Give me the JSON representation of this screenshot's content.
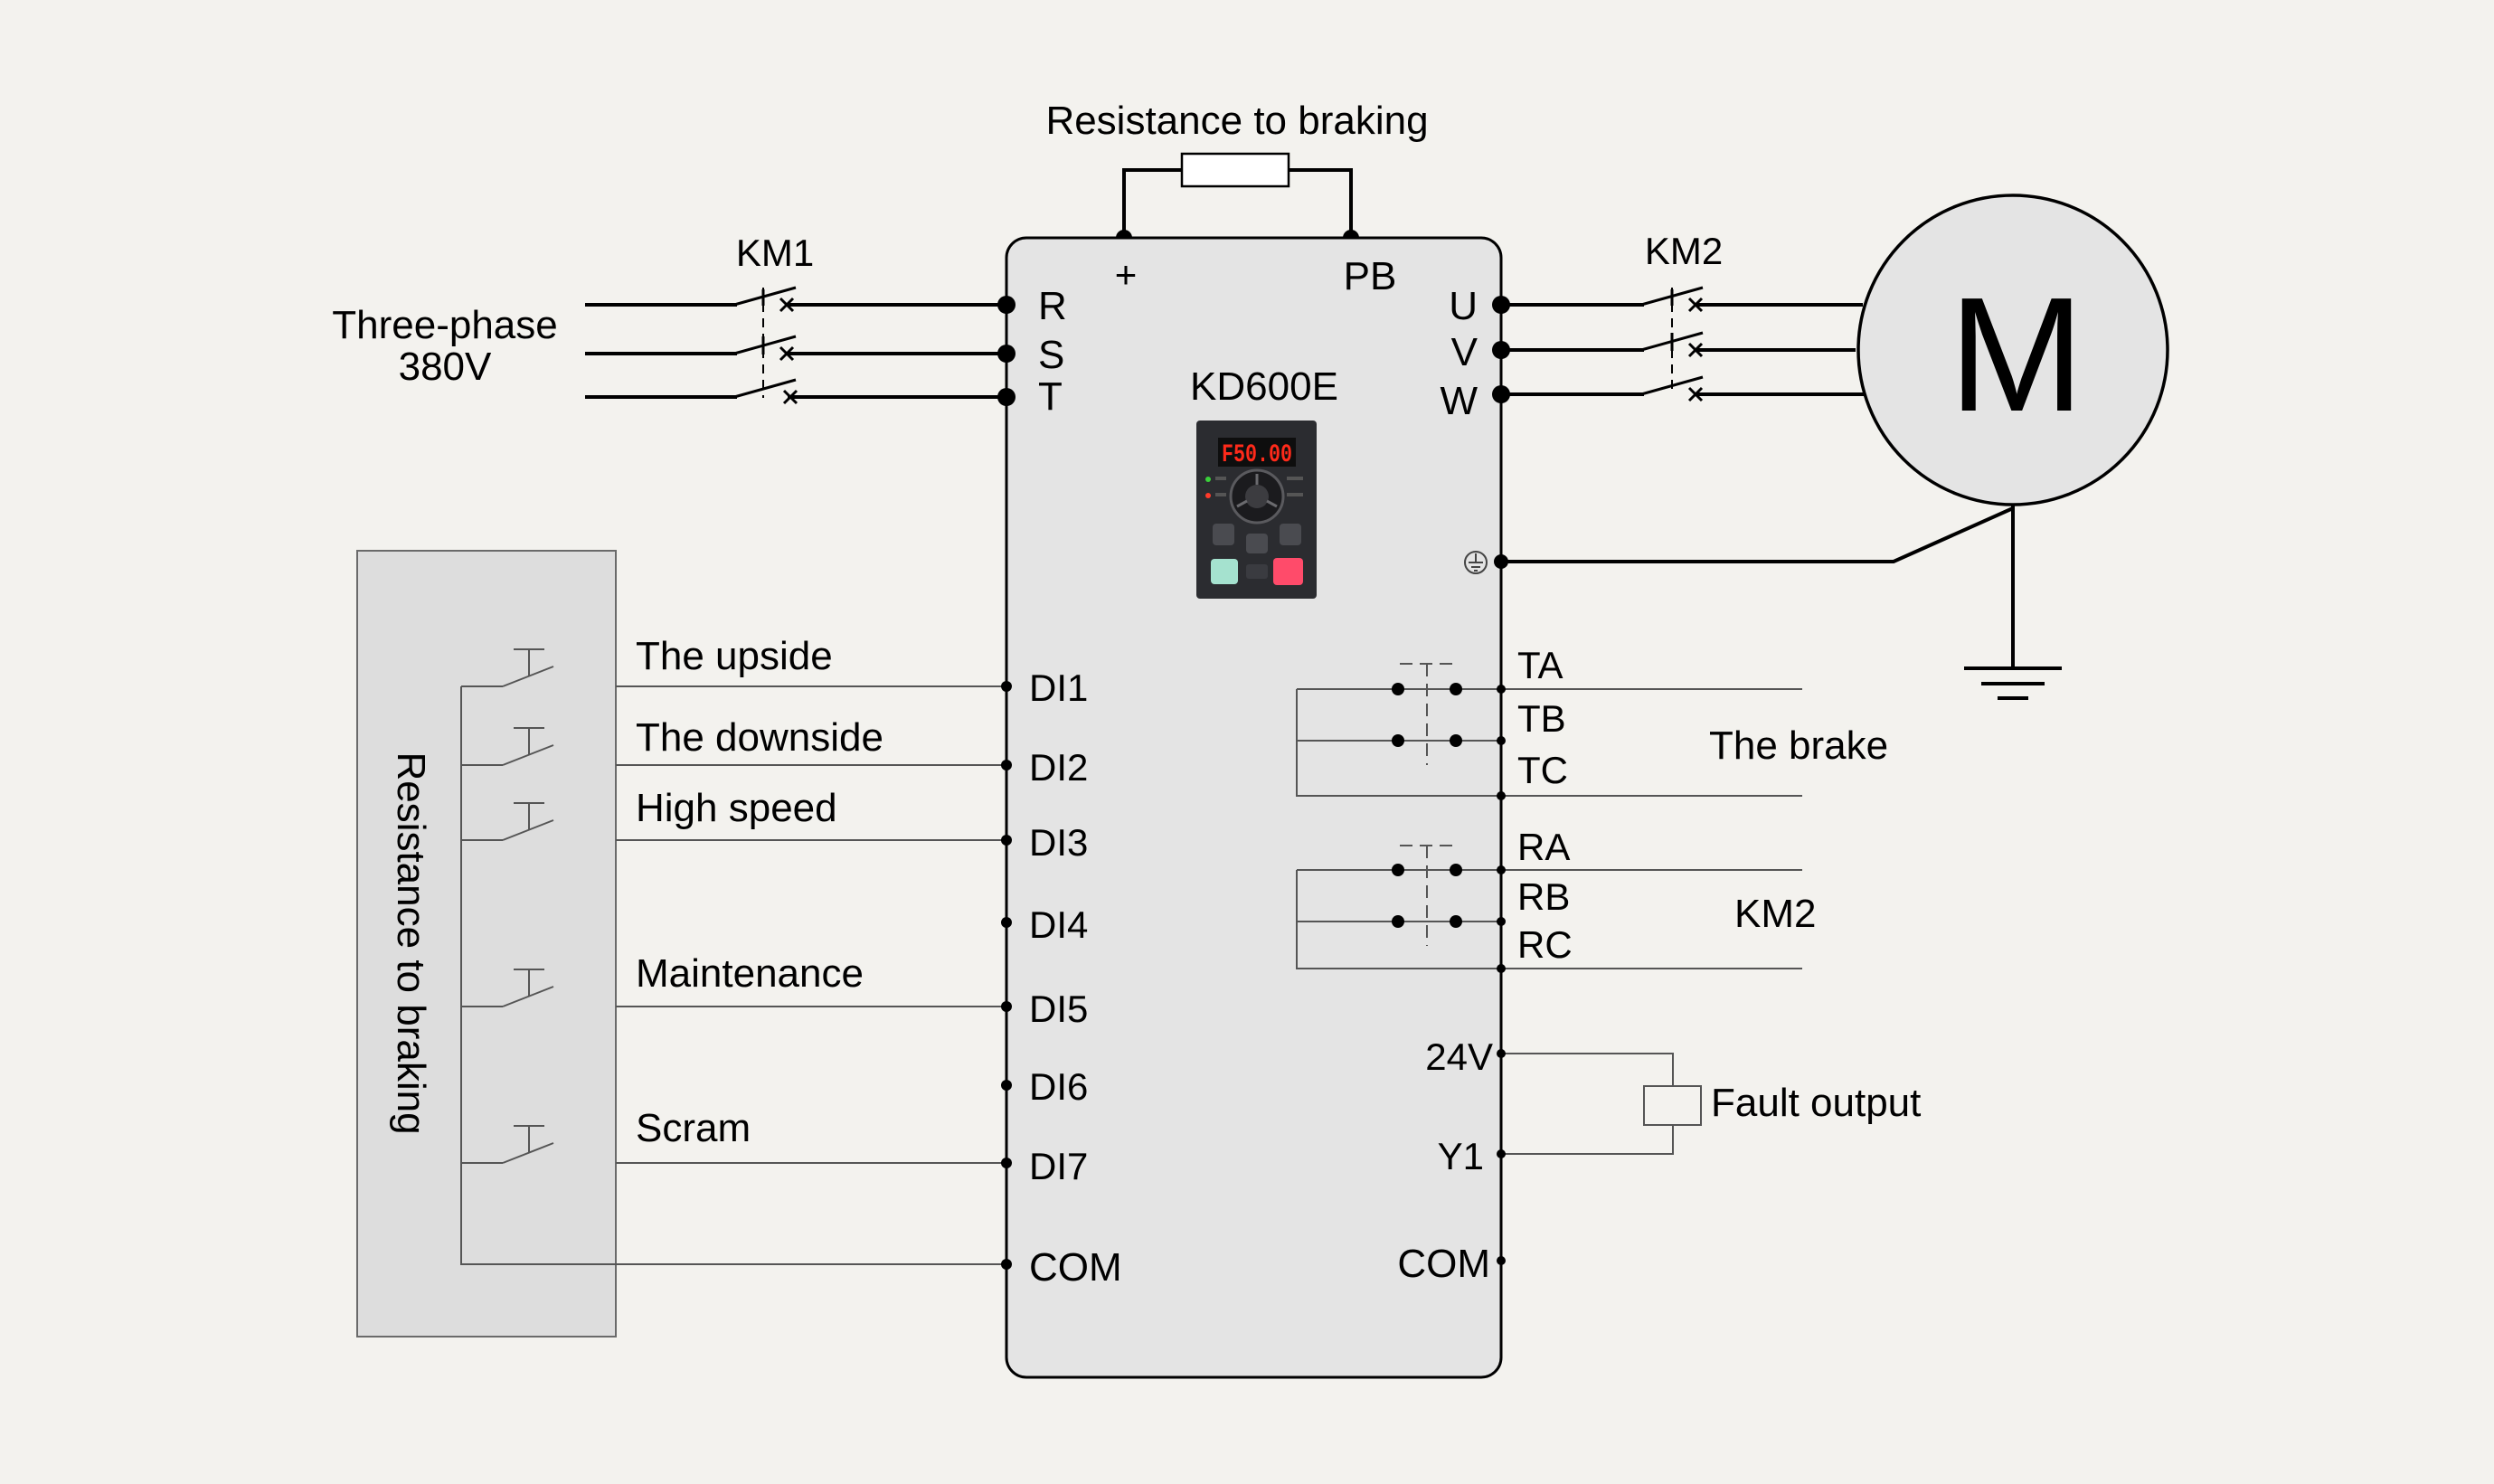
{
  "drive": {
    "model": "KD600E",
    "display_reading": "F50.00"
  },
  "braking_resistor": {
    "label": "Resistance to braking",
    "terminal_plus": "+",
    "terminal_pb": "PB"
  },
  "supply": {
    "label_line1": "Three-phase",
    "label_line2": "380V",
    "contactor": "KM1",
    "terminals": [
      "R",
      "S",
      "T"
    ]
  },
  "motor": {
    "contactor": "KM2",
    "terminals": [
      "U",
      "V",
      "W"
    ],
    "symbol": "M"
  },
  "control_box": {
    "label": "Resistance to braking"
  },
  "inputs": [
    {
      "terminal": "DI1",
      "function": "The upside"
    },
    {
      "terminal": "DI2",
      "function": "The downside"
    },
    {
      "terminal": "DI3",
      "function": "High speed"
    },
    {
      "terminal": "DI4",
      "function": ""
    },
    {
      "terminal": "DI5",
      "function": "Maintenance"
    },
    {
      "terminal": "DI6",
      "function": ""
    },
    {
      "terminal": "DI7",
      "function": "Scram"
    },
    {
      "terminal": "COM",
      "function": ""
    }
  ],
  "relay1": {
    "terminals": [
      "TA",
      "TB",
      "TC"
    ],
    "function": "The brake"
  },
  "relay2": {
    "terminals": [
      "RA",
      "RB",
      "RC"
    ],
    "function": "KM2"
  },
  "outputs": {
    "terminal_24v": "24V",
    "terminal_y1": "Y1",
    "terminal_com": "COM",
    "function": "Fault output"
  },
  "colors": {
    "background": "#f3f2ee",
    "drive_body": "#e4e4e4",
    "control_box": "#dddddd",
    "keypad": "#2b2c30",
    "led_red": "#ff2a1a"
  }
}
